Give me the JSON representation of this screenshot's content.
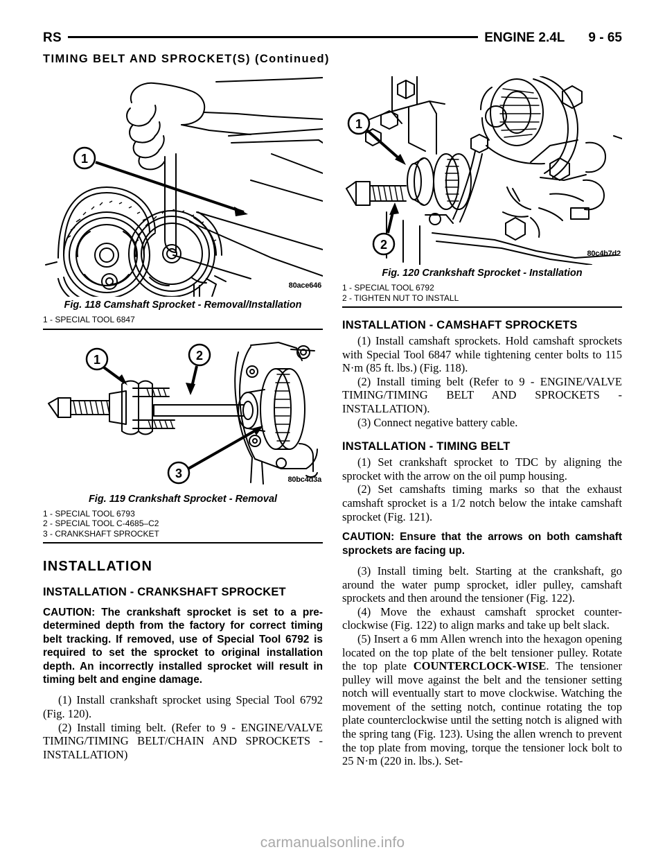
{
  "header": {
    "code": "RS",
    "title": "ENGINE 2.4L",
    "page": "9 - 65",
    "continued": "TIMING BELT AND SPROCKET(S) (Continued)"
  },
  "figures": {
    "fig118": {
      "caption": "Fig. 118 Camshaft Sprocket - Removal/Installation",
      "art_code": "80ace646",
      "callouts": [
        "1"
      ],
      "legend": [
        "1 - SPECIAL TOOL 6847"
      ]
    },
    "fig119": {
      "caption": "Fig. 119 Crankshaft Sprocket - Removal",
      "art_code": "80bc4d3a",
      "callouts": [
        "1",
        "2",
        "3"
      ],
      "legend": [
        "1 - SPECIAL TOOL 6793",
        "2 - SPECIAL TOOL C-4685–C2",
        "3 - CRANKSHAFT SPROCKET"
      ]
    },
    "fig120": {
      "caption": "Fig. 120 Crankshaft Sprocket - Installation",
      "art_code": "80c4b7d2",
      "callouts": [
        "1",
        "2"
      ],
      "legend": [
        "1 - SPECIAL TOOL 6792",
        "2 - TIGHTEN NUT TO INSTALL"
      ]
    }
  },
  "left_column": {
    "section_heading": "INSTALLATION",
    "subsection_heading": "INSTALLATION - CRANKSHAFT SPROCKET",
    "caution": "CAUTION: The crankshaft sprocket is set to a pre-determined depth from the factory for correct timing belt tracking. If removed, use of Special Tool 6792 is required to set the sprocket to original installation depth. An incorrectly installed sprocket will result in timing belt and engine damage.",
    "steps": [
      "(1) Install crankshaft sprocket using Special Tool 6792 (Fig. 120).",
      "(2) Install timing belt. (Refer to 9 - ENGINE/VALVE TIMING/TIMING BELT/CHAIN AND SPROCKETS - INSTALLATION)"
    ]
  },
  "right_column": {
    "camshaft": {
      "heading": "INSTALLATION - CAMSHAFT SPROCKETS",
      "steps": [
        "(1) Install camshaft sprockets. Hold camshaft sprockets with Special Tool 6847 while tightening center bolts to 115 N·m (85 ft. lbs.) (Fig. 118).",
        "(2) Install timing belt (Refer to 9 - ENGINE/VALVE TIMING/TIMING BELT AND SPROCKETS - INSTALLATION).",
        "(3) Connect negative battery cable."
      ]
    },
    "timing_belt": {
      "heading": "INSTALLATION - TIMING BELT",
      "steps_before_caution": [
        "(1) Set crankshaft sprocket to TDC by aligning the sprocket with the arrow on the oil pump housing.",
        "(2) Set camshafts timing marks so that the exhaust camshaft sprocket is a 1/2 notch below the intake camshaft sprocket (Fig. 121)."
      ],
      "caution": "CAUTION: Ensure that the arrows on both camshaft sprockets are facing up.",
      "steps_after_caution": [
        "(3) Install timing belt. Starting at the crankshaft, go around the water pump sprocket, idler pulley, camshaft sprockets and then around the tensioner (Fig. 122).",
        "(4) Move the exhaust camshaft sprocket counter-clockwise (Fig. 122) to align marks and take up belt slack."
      ],
      "step5_part1": "(5) Insert a 6 mm Allen wrench into the hexagon opening located on the top plate of the belt tensioner pulley. Rotate the top plate ",
      "step5_emphasis": "COUNTERCLOCK-WISE",
      "step5_part2": ". The tensioner pulley will move against the belt and the tensioner setting notch will eventually start to move clockwise. Watching the movement of the setting notch, continue rotating the top plate counterclockwise until the setting notch is aligned with the spring tang (Fig. 123). Using the allen wrench to prevent the top plate from moving, torque the tensioner lock bolt to 25 N·m (220 in. lbs.). Set-"
    }
  },
  "watermark": "carmanualsonline.info"
}
